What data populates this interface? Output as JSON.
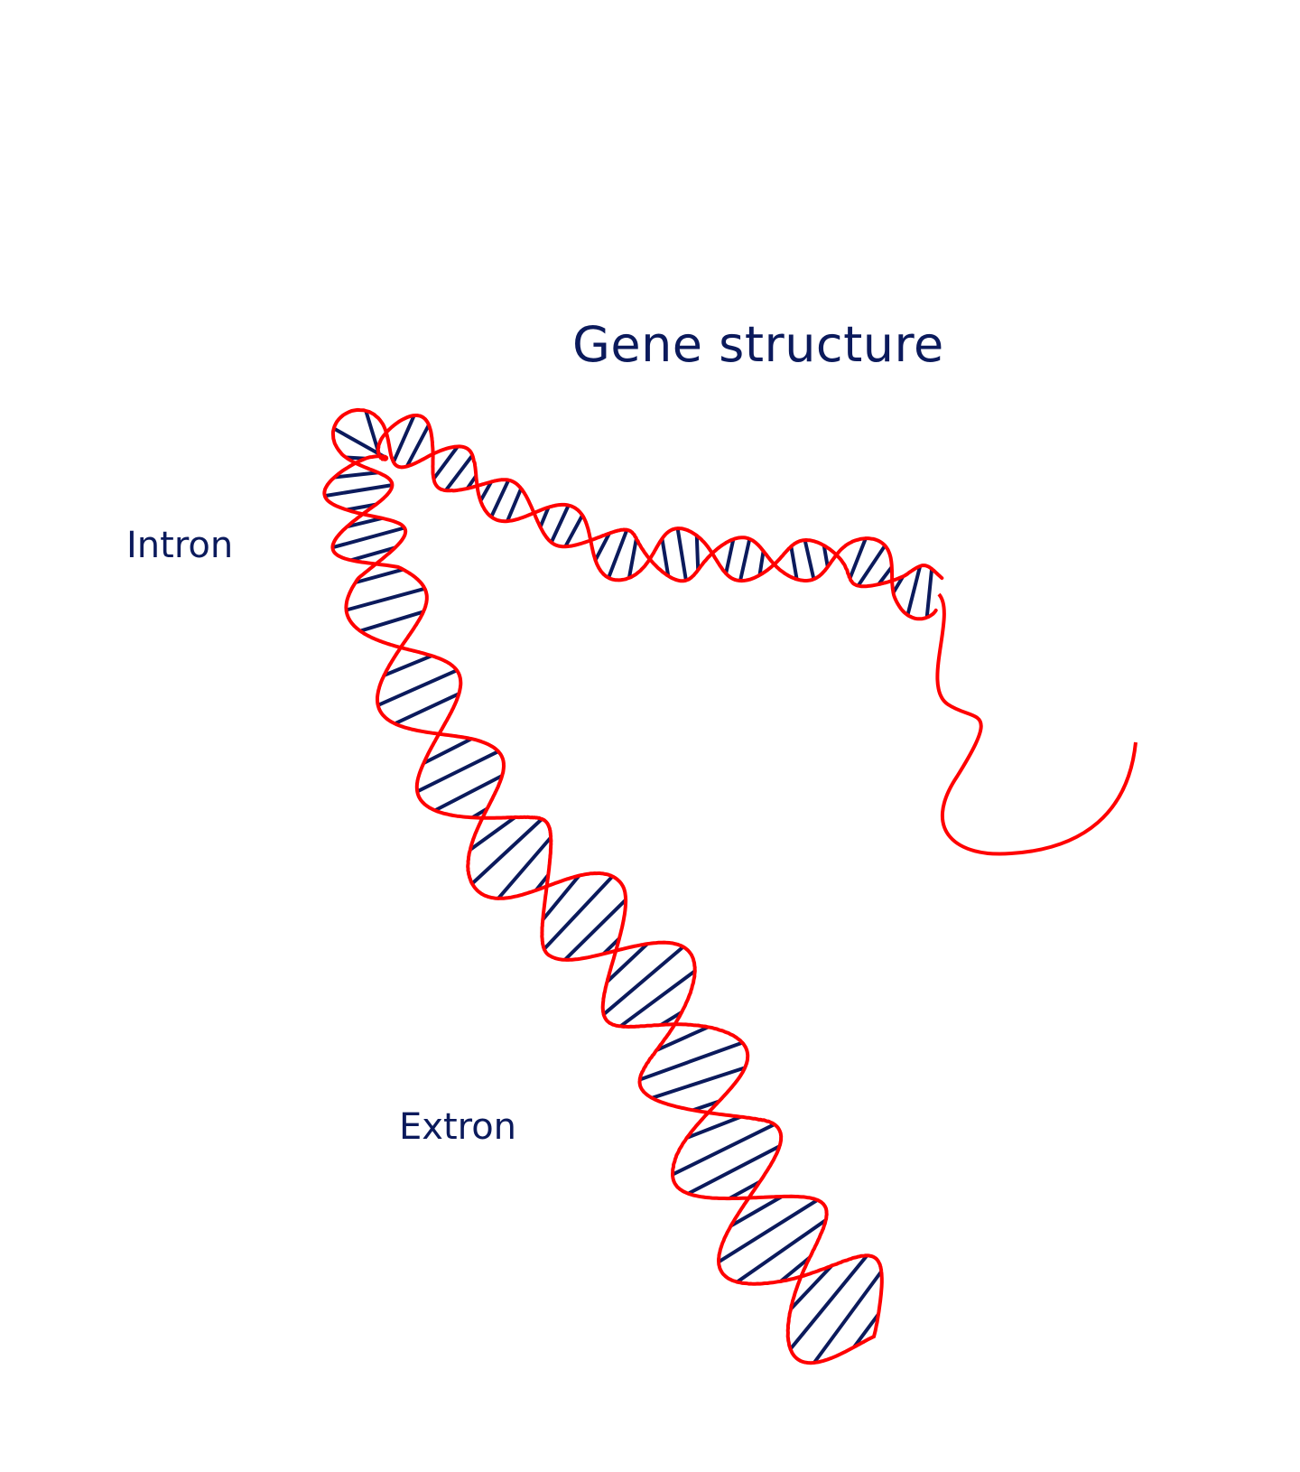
{
  "title": "Gene structure",
  "labels": {
    "intron": "Intron",
    "exon": "Extron"
  },
  "colors": {
    "text": "#0b1a5c",
    "strand": "#ff0000",
    "rungs": "#0b1a5c",
    "background": "#ffffff"
  }
}
